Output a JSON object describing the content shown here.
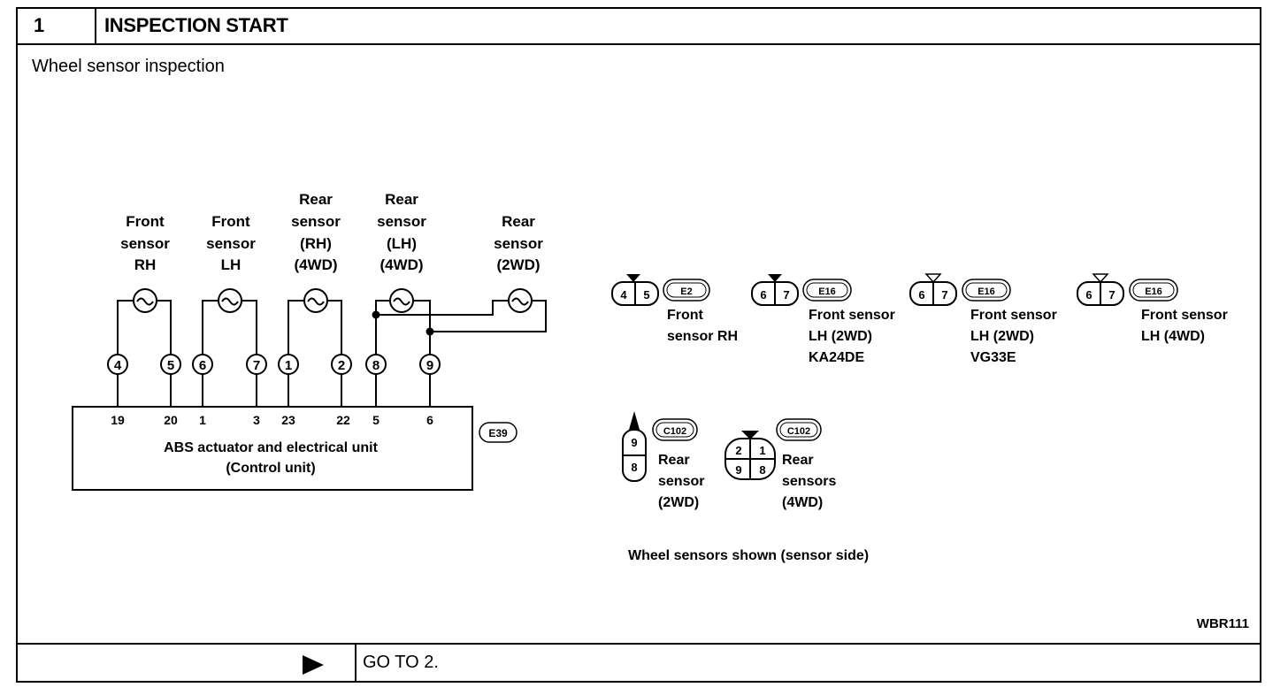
{
  "header": {
    "step": "1",
    "title": "INSPECTION START"
  },
  "subtitle": "Wheel sensor inspection",
  "footer": {
    "action": "GO TO 2.",
    "ref": "WBR111"
  },
  "sensors": [
    {
      "l1": "Front",
      "l2": "sensor",
      "l3": "RH",
      "l4": "",
      "pinA": "4",
      "pinB": "5",
      "termA": "19",
      "termB": "20"
    },
    {
      "l1": "Front",
      "l2": "sensor",
      "l3": "LH",
      "l4": "",
      "pinA": "6",
      "pinB": "7",
      "termA": "1",
      "termB": "3"
    },
    {
      "l1": "Rear",
      "l2": "sensor",
      "l3": "(RH)",
      "l4": "(4WD)",
      "pinA": "1",
      "pinB": "2",
      "termA": "23",
      "termB": "22"
    },
    {
      "l1": "Rear",
      "l2": "sensor",
      "l3": "(LH)",
      "l4": "(4WD)",
      "pinA": "8",
      "pinB": "9",
      "termA": "5",
      "termB": "6"
    },
    {
      "l1": "Rear",
      "l2": "sensor",
      "l3": "(2WD)",
      "l4": ""
    }
  ],
  "control_unit": {
    "line1": "ABS actuator and electrical unit",
    "line2": "(Control unit)",
    "connector": "E39"
  },
  "connectors": [
    {
      "id": "E2",
      "pins": [
        "4",
        "5"
      ],
      "l1": "Front",
      "l2": "sensor RH",
      "l3": ""
    },
    {
      "id": "E16",
      "pins": [
        "6",
        "7"
      ],
      "l1": "Front sensor",
      "l2": "LH (2WD)",
      "l3": "KA24DE"
    },
    {
      "id": "E16",
      "pins": [
        "6",
        "7"
      ],
      "l1": "Front sensor",
      "l2": "LH (2WD)",
      "l3": "VG33E"
    },
    {
      "id": "E16",
      "pins": [
        "6",
        "7"
      ],
      "l1": "Front sensor",
      "l2": "LH (4WD)",
      "l3": ""
    }
  ],
  "rear_connectors": [
    {
      "id": "C102",
      "pins": [
        "9",
        "8"
      ],
      "l1": "Rear",
      "l2": "sensor",
      "l3": "(2WD)"
    },
    {
      "id": "C102",
      "pins": [
        "2",
        "1",
        "9",
        "8"
      ],
      "l1": "Rear",
      "l2": "sensors",
      "l3": "(4WD)"
    }
  ],
  "caption": "Wheel sensors shown (sensor side)"
}
